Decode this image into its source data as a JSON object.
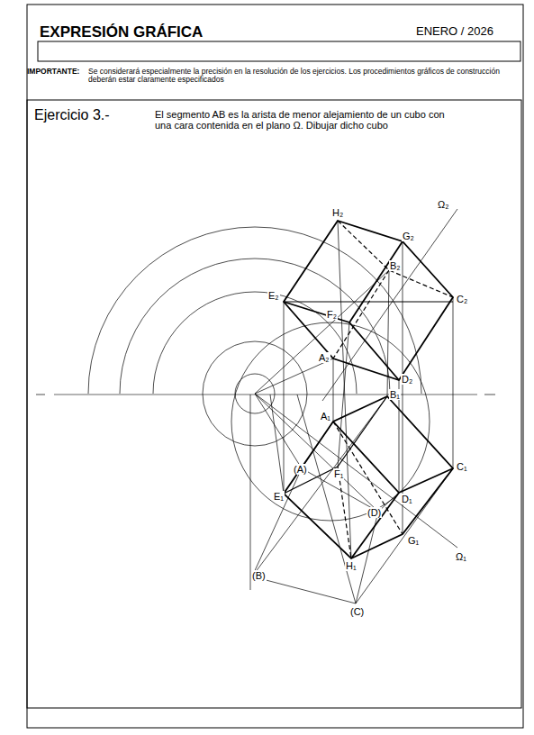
{
  "diagram": {
    "title": "EXPRESIÓN GRÁFICA",
    "labels": [
      "ENERO / 2026",
      "IMPORTANTE:",
      "Se considerará especialmente la precisión en la resolución de los ejercicios. Los procedimientos gráficos de construcción deberán estar claramente especificados",
      "Ejercicio 3.-",
      "El segmento AB es la arista de menor alejamiento de un cubo con una cara contenida en el plano Ω. Dibujar dicho cubo",
      "H₂",
      "G₂",
      "B₂",
      "C₂",
      "E₂",
      "F₂",
      "A₂",
      "D₂",
      "Ω₂",
      "A₁",
      "B₁",
      "C₁",
      "D₁",
      "E₁",
      "F₁",
      "G₁",
      "H₁",
      "Ω₁",
      "(A)",
      "(B)",
      "(C)",
      "(D)"
    ]
  }
}
